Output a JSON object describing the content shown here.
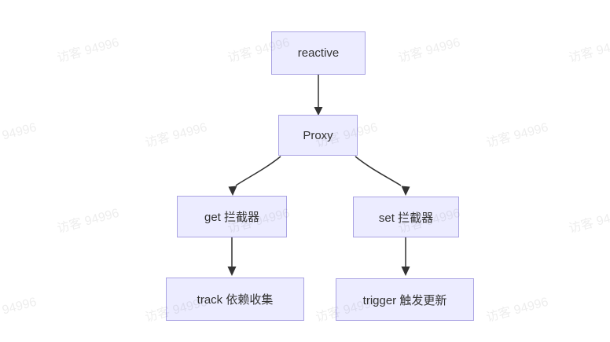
{
  "watermark": {
    "text": "访客 94996",
    "color": "rgba(0,0,0,0.07)",
    "rotation_deg": -15
  },
  "diagram": {
    "type": "flowchart",
    "direction": "top-down",
    "nodes": [
      {
        "id": "reactive",
        "label": "reactive"
      },
      {
        "id": "proxy",
        "label": "Proxy"
      },
      {
        "id": "get",
        "label": "get 拦截器"
      },
      {
        "id": "set",
        "label": "set 拦截器"
      },
      {
        "id": "track",
        "label": "track 依赖收集"
      },
      {
        "id": "trigger",
        "label": "trigger 触发更新"
      }
    ],
    "edges": [
      {
        "from": "reactive",
        "to": "proxy"
      },
      {
        "from": "proxy",
        "to": "get"
      },
      {
        "from": "proxy",
        "to": "set"
      },
      {
        "from": "get",
        "to": "track"
      },
      {
        "from": "set",
        "to": "trigger"
      }
    ],
    "colors": {
      "node_fill": "#ECECFF",
      "node_border": "#aaa3e3",
      "edge": "#333333",
      "text": "#333333",
      "background": "#ffffff"
    }
  }
}
